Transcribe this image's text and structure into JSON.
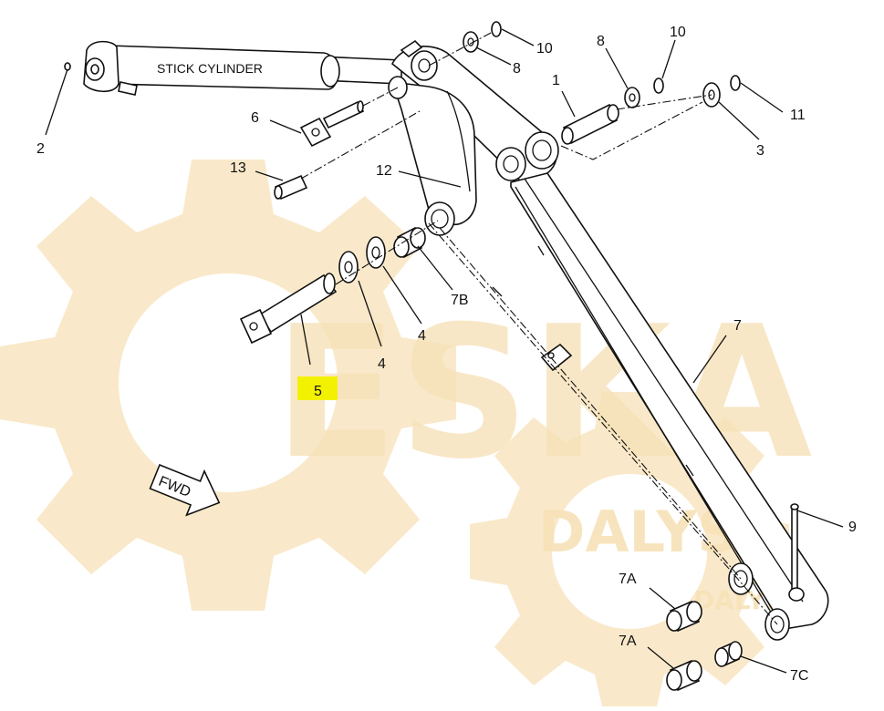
{
  "diagram": {
    "cylinder_label": "STICK CYLINDER",
    "fwd_label": "FWD",
    "highlight_color": "#f2f200",
    "callouts": {
      "p1": "1",
      "p2": "2",
      "p3": "3",
      "p4a": "4",
      "p4b": "4",
      "p5": "5",
      "p6": "6",
      "p7": "7",
      "p7a_upper": "7A",
      "p7a_lower": "7A",
      "p7b": "7B",
      "p7c": "7C",
      "p8a": "8",
      "p8b": "8",
      "p9": "9",
      "p10a": "10",
      "p10b": "10",
      "p11": "11",
      "p12": "12",
      "p13": "13"
    }
  },
  "watermark": {
    "brand_main": "ESKA",
    "brand_sub": "DALYSA",
    "brand_small": "DALYS",
    "color": "#f5d9a0"
  }
}
